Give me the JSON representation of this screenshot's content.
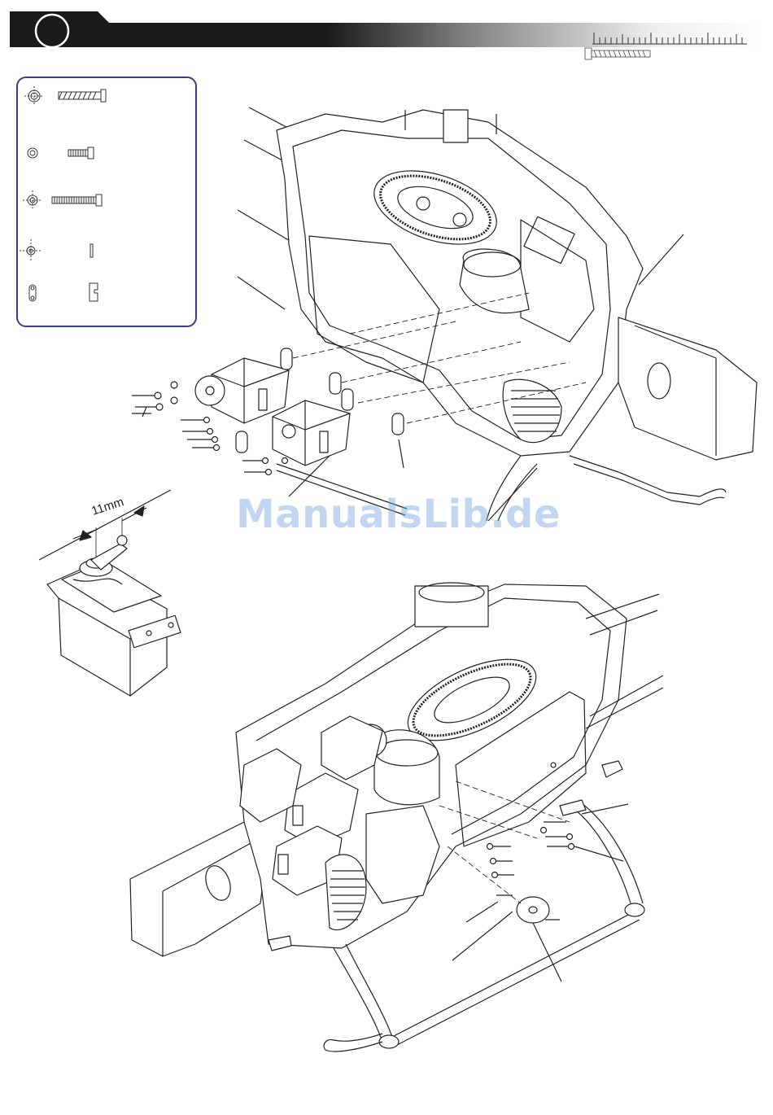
{
  "header": {
    "step_icon": "step-circle",
    "ruler_icon": "ruler-icon",
    "screw_gauge_icon": "screw-gauge-icon"
  },
  "parts_box": {
    "border_color": "#3a3a8a",
    "items": [
      {
        "icon": "long-threaded-bolt-icon"
      },
      {
        "icon": "short-socket-screw-icon"
      },
      {
        "icon": "medium-socket-screw-icon"
      },
      {
        "icon": "pin-icon"
      },
      {
        "icon": "bracket-clip-icon"
      }
    ]
  },
  "servo_detail": {
    "dimension_label": "11mm"
  },
  "watermark": {
    "text": "ManualsLib.de",
    "color": "#78a5e1"
  }
}
